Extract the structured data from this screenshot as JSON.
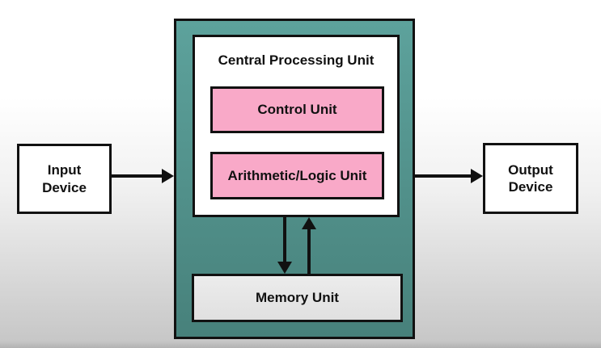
{
  "diagram": {
    "cpu": {
      "title": "Central Processing Unit",
      "control_unit_label": "Control Unit",
      "alu_label": "Arithmetic/Logic Unit"
    },
    "memory_label": "Memory Unit",
    "input_label": "Input\nDevice",
    "output_label": "Output\nDevice",
    "arrows": [
      "input-device-to-cpu",
      "cpu-to-output-device",
      "cpu-to-memory",
      "memory-to-cpu"
    ],
    "colors": {
      "teal_top": "#5da29c",
      "teal_bottom": "#47817b",
      "pink": "#f9a9c8",
      "memory_gray": "#e0e0e0",
      "border_black": "#111111"
    }
  }
}
